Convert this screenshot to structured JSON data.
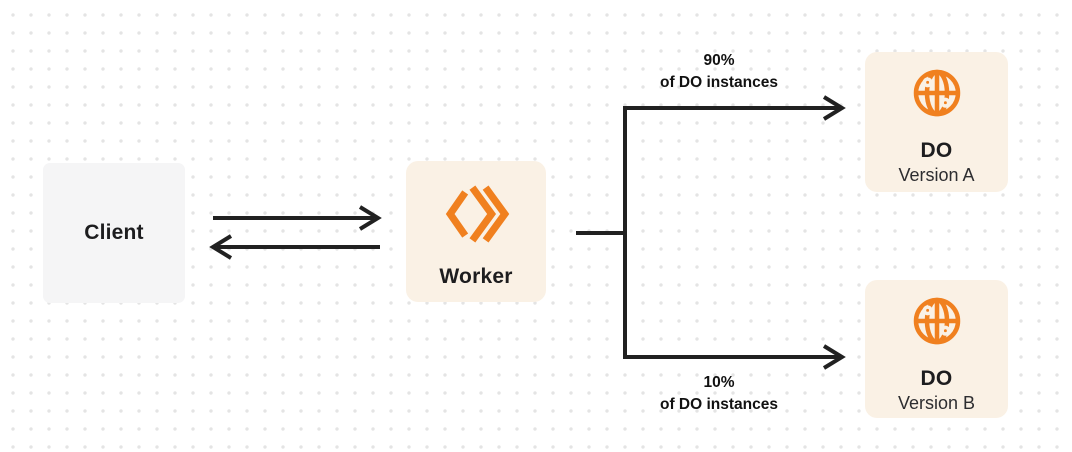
{
  "diagram": {
    "background": "dot-grid",
    "colors": {
      "accent_orange": "#F0801F",
      "box_cream": "#FAF1E5",
      "box_gray": "#F5F5F6",
      "connector_dark": "#212121",
      "dot_grid": "#E4E4E4",
      "text_primary": "#1D1D1F"
    },
    "nodes": {
      "client": {
        "label": "Client"
      },
      "worker": {
        "label": "Worker",
        "icon": "workers-logo-icon"
      },
      "do_a": {
        "title": "DO",
        "subtitle": "Version A",
        "icon": "globe-icon"
      },
      "do_b": {
        "title": "DO",
        "subtitle": "Version B",
        "icon": "globe-icon"
      }
    },
    "edges": {
      "client_worker": {
        "type": "bidirectional-arrows"
      },
      "worker_do_a": {
        "label_line1": "90%",
        "label_line2": "of DO instances"
      },
      "worker_do_b": {
        "label_line1": "10%",
        "label_line2": "of DO instances"
      }
    }
  }
}
